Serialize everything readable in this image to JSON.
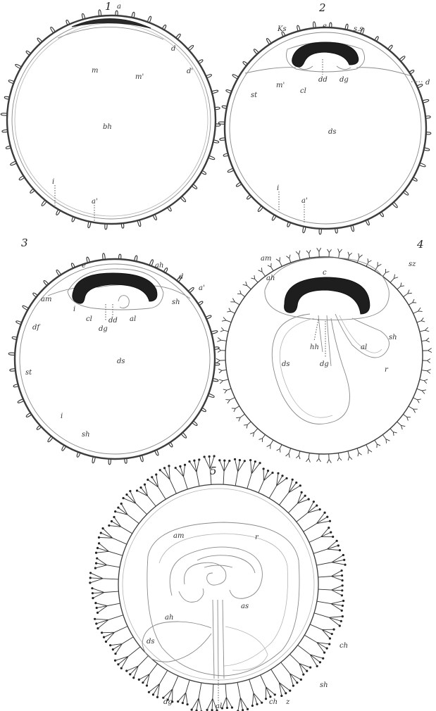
{
  "figures": {
    "f1": {
      "number": "1",
      "labels": [
        "a",
        "d",
        "d'",
        "m",
        "m'",
        "bh",
        "i",
        "a'"
      ]
    },
    "f2": {
      "number": "2",
      "labels": [
        "Ks",
        "e",
        "s.s",
        "dd",
        "dg",
        "d",
        "m'",
        "st",
        "cl",
        "ds",
        "i",
        "a'"
      ]
    },
    "f3": {
      "number": "3",
      "labels": [
        "e",
        "ah",
        "d",
        "a'",
        "am",
        "sh",
        "i",
        "cl",
        "dd",
        "al",
        "dg",
        "df",
        "ds",
        "st",
        "i",
        "sh"
      ]
    },
    "f4": {
      "number": "4",
      "labels": [
        "am",
        "c",
        "sz",
        "ah",
        "sh",
        "al",
        "hh",
        "ds",
        "dg",
        "r"
      ]
    },
    "f5": {
      "number": "5",
      "labels": [
        "am",
        "r",
        "ah",
        "as",
        "ds",
        "ch",
        "sh",
        "dg",
        "al",
        "ch",
        "z"
      ]
    }
  }
}
